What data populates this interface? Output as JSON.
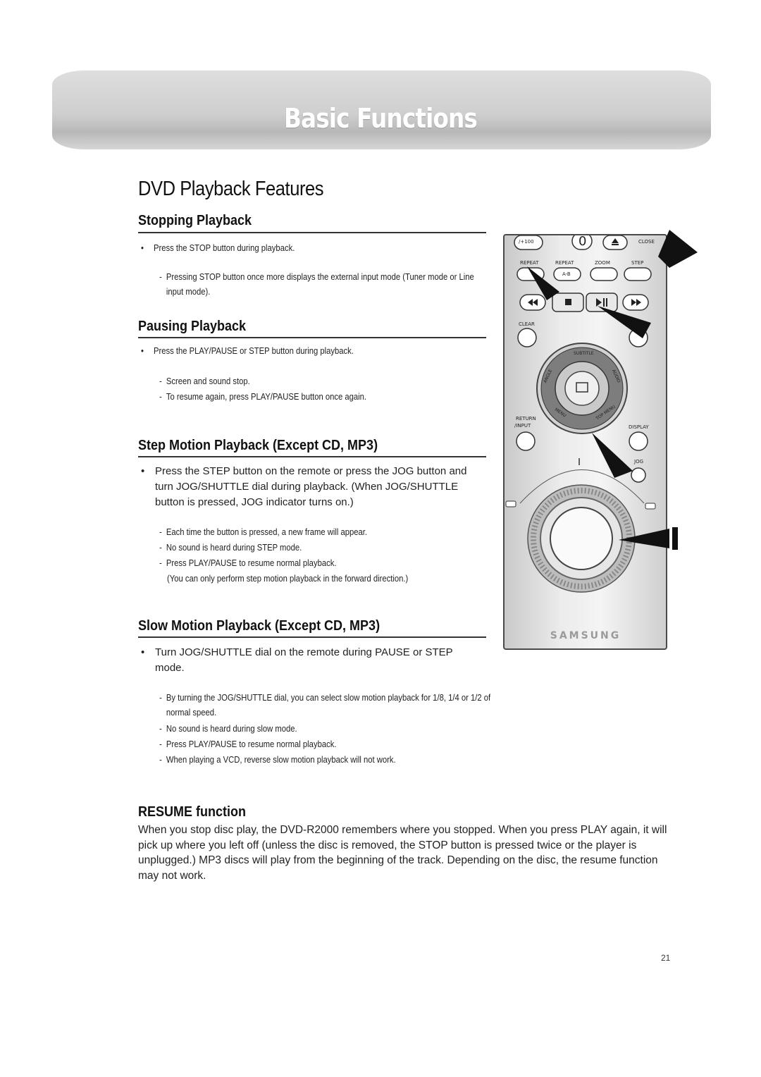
{
  "header": {
    "title": "Basic Functions"
  },
  "page_heading": "DVD Playback Features",
  "sections": [
    {
      "heading": "Stopping Playback",
      "bullet": "Press the STOP button during playback.",
      "notes": [
        "Pressing STOP button once more displays the external input mode (Tuner mode or Line input mode)."
      ]
    },
    {
      "heading": "Pausing Playback",
      "bullet": "Press the PLAY/PAUSE or STEP button during playback.",
      "notes": [
        "Screen and sound stop.",
        "To resume again, press PLAY/PAUSE button once again."
      ]
    },
    {
      "heading": "Step Motion Playback (Except CD, MP3)",
      "bullet": "Press the STEP button on the remote or press the JOG button and turn JOG/SHUTTLE dial during playback. (When JOG/SHUTTLE button is pressed, JOG indicator turns on.)",
      "notes": [
        "Each time the button is pressed, a new frame will appear.",
        "No sound is heard during STEP mode.",
        "Press PLAY/PAUSE to resume normal playback."
      ],
      "extra_note": "(You can only perform step motion playback in the forward direction.)"
    },
    {
      "heading": "Slow Motion Playback (Except CD, MP3)",
      "bullet": "Turn JOG/SHUTTLE dial on the remote during PAUSE or STEP mode.",
      "notes": [
        "By turning the JOG/SHUTTLE dial, you can select slow motion playback for 1/8, 1/4  or 1/2 of normal speed.",
        "No sound is heard during slow mode.",
        "Press PLAY/PAUSE to resume normal playback.",
        "When playing a VCD, reverse slow motion playback will not work."
      ]
    },
    {
      "heading": "RESUME function",
      "paragraph": "When you stop disc play, the DVD-R2000 remembers where you stopped. When you press PLAY again, it will pick up where you left off (unless the disc is removed, the STOP button is pressed twice or the player is unplugged.) MP3 discs will play from the beginning of the track. Depending on the disc, the resume function may not work."
    }
  ],
  "remote": {
    "labels": {
      "plus100": "/+100",
      "zero": "0",
      "close": "CLOSE",
      "repeat": "REPEAT",
      "repeat_ab": "REPEAT",
      "ab": "A-B",
      "zoom": "ZOOM",
      "step": "STEP",
      "clear": "CLEAR",
      "subtitle": "SUBTITLE",
      "angle": "ANGLE",
      "audio": "AUDIO",
      "menu": "MENU",
      "top_menu": "TOP MENU",
      "return": "RETURN",
      "input": "/INPUT",
      "display": "DISPLAY",
      "jog": "JOG"
    },
    "brand": "SAMSUNG"
  },
  "page_number": "21"
}
